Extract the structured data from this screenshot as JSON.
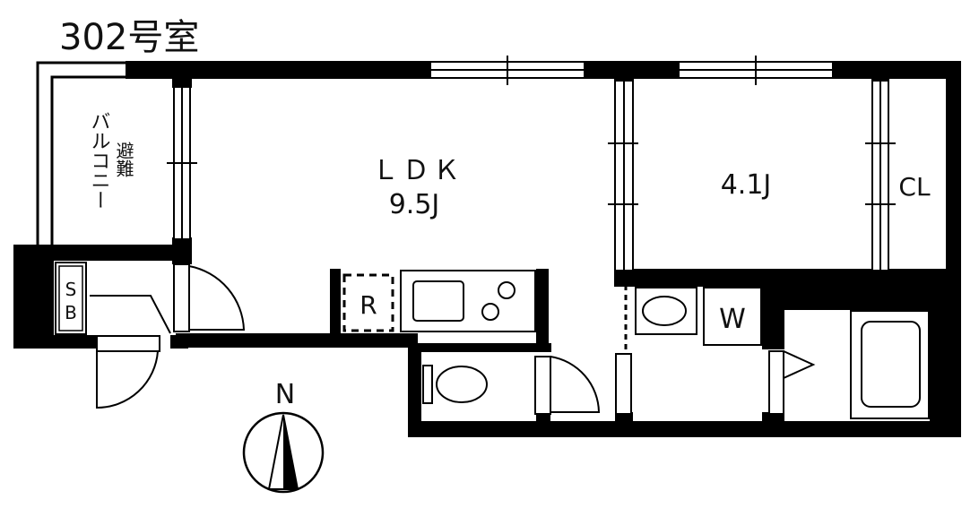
{
  "title": "302号室",
  "rooms": {
    "ldk_name": "ＬＤＫ",
    "ldk_size": "9.5J",
    "room_size": "4.1J",
    "closet": "CL",
    "balcony_text": "バルコニー",
    "balcony_note": "避難",
    "shoebox_s": "S",
    "shoebox_b": "B",
    "fridge": "R",
    "washer": "W"
  },
  "compass": {
    "label": "N"
  }
}
